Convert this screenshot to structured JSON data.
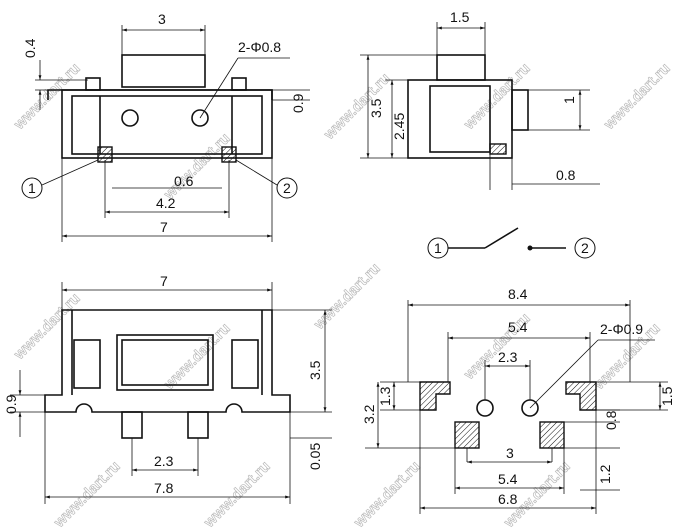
{
  "watermark": "www.dart.ru",
  "top_view": {
    "button_width": "3",
    "height_04": "0.4",
    "holes": "2-Φ0.8",
    "offset_09": "0.9",
    "pad_06": "0.6",
    "pitch": "4.2",
    "width": "7",
    "pin1": "1",
    "pin2": "2"
  },
  "side_view": {
    "button_width": "1.5",
    "height_total": "3.5",
    "height_body": "2.45",
    "pin_height": "1",
    "pin_offset": "0.8"
  },
  "schematic": {
    "pin1": "1",
    "pin2": "2"
  },
  "bottom_view": {
    "width": "7",
    "height": "3.5",
    "offset": "0.9",
    "pin_pitch": "2.3",
    "overall": "7.8",
    "gap": "0.05"
  },
  "footprint": {
    "overall": "8.4",
    "pad_span_top": "5.4",
    "holes": "2-Φ0.9",
    "hole_pitch": "2.3",
    "pad_h": "1.3",
    "vertical_span": "3.2",
    "right_pad_h": "1.5",
    "pad_w": "0.8",
    "pad_pitch": "3",
    "pad_span_bottom": "5.4",
    "outer_span": "6.8",
    "pad_offset": "1.2"
  }
}
